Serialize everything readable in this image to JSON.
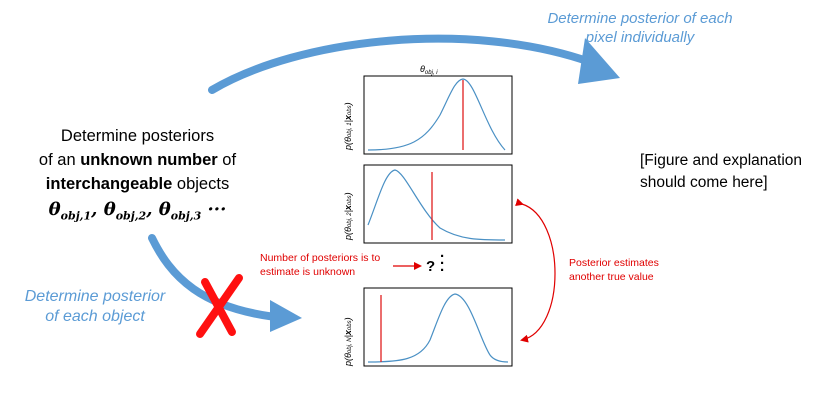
{
  "top_caption": {
    "line1": "Determine posterior of each",
    "line2": "pixel individually"
  },
  "left_caption": {
    "line1": "Determine posterior",
    "line2": "of each object"
  },
  "left_block": {
    "line1": "Determine posteriors",
    "line2_pre": "of an ",
    "line2_bold": "unknown number",
    "line2_post": " of",
    "line3_bold": "interchangeable",
    "line3_post": " objects",
    "theta_sub1": "obj,1",
    "theta_sub2": "obj,2",
    "theta_sub3": "obj,3"
  },
  "placeholder": {
    "line1": "[Figure and explanation",
    "line2": "should come here]"
  },
  "notes": {
    "num_posteriors_line1": "Number of posteriors is to",
    "num_posteriors_line2": "estimate is unknown",
    "posterior_estimates_line1": "Posterior estimates",
    "posterior_estimates_line2": "another true value",
    "question_mark": "?"
  },
  "plots": {
    "x_label_top": "θobj, i",
    "ylabel_1": "p(θobj, 1|xobs)",
    "ylabel_2": "p(θobj, 2|xobs)",
    "ylabel_N": "p(θobj, N|xobs)"
  },
  "colors": {
    "arrow_blue": "#5B9BD5",
    "curve_blue": "#4A90C4",
    "marker_red": "#E02020",
    "text_red": "#E00000"
  },
  "icons": {
    "cross": "red-x-icon",
    "top_arrow": "curved-arrow-right",
    "bottom_arrow": "curved-arrow-down-right",
    "double_arrow": "curved-double-arrow"
  }
}
